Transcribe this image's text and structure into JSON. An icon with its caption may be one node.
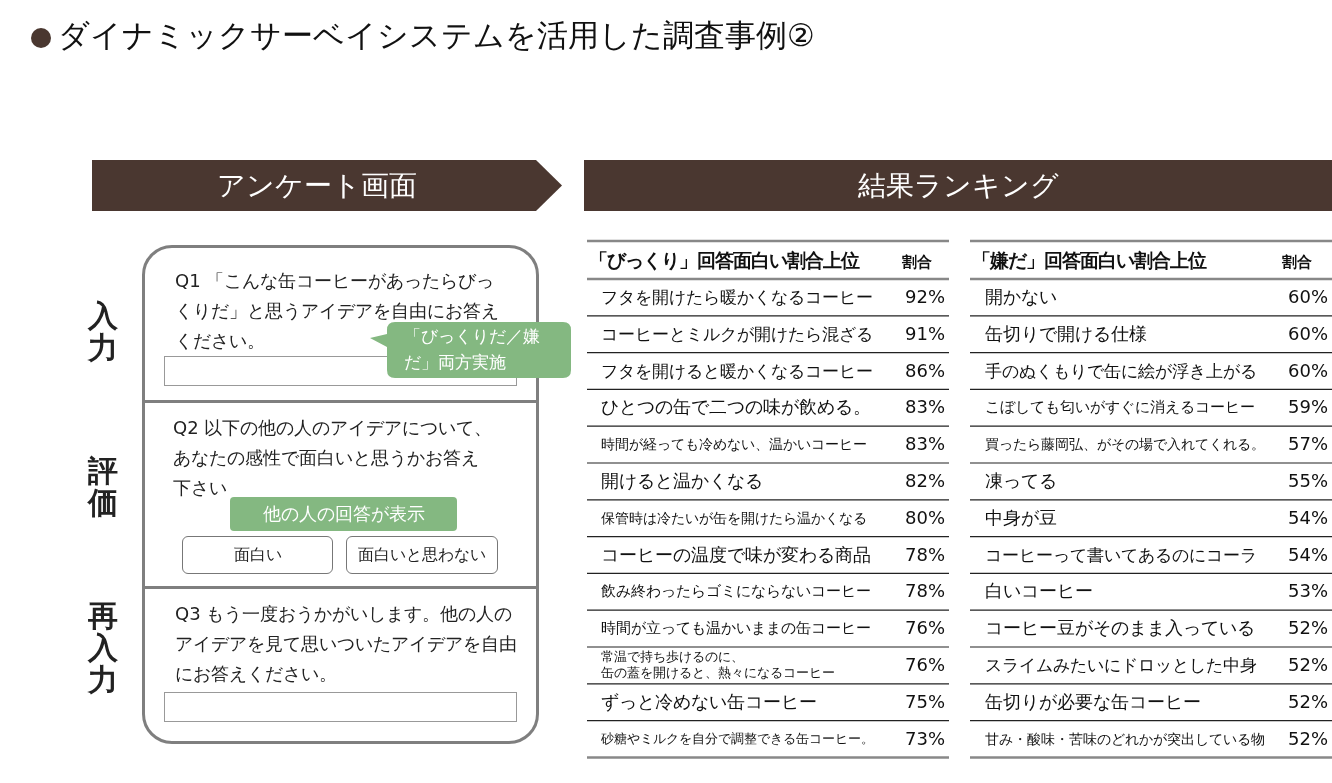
{
  "diagram": {
    "title": "ダイナミックサーベイシステムを活用した調査事例②",
    "nodes": [
      {
        "text": [
          "アンケート画面"
        ]
      },
      {
        "text": [
          "結果ランキング"
        ]
      },
      {
        "text": [],
        "shape": "box"
      },
      {
        "text": [
          "Q1 「こんな缶コーヒーがあったらびっくりだ」と思うアイデアを自由にお答えください。"
        ],
        "in": 2
      },
      {
        "text": [],
        "shape": "box",
        "in": 3
      },
      {
        "text": [
          "「びっくりだ／嫌だ」両方実施"
        ]
      },
      {
        "text": [
          "Q2 以下の他の人のアイデアについて、あなたの感性で面白いと思うかお答え下さい"
        ],
        "in": 2
      },
      {
        "text": [
          "他の人の回答が表示"
        ],
        "in": 6
      },
      {
        "text": [
          "面白い"
        ],
        "in": 6
      },
      {
        "text": [
          "面白いと思わない"
        ],
        "in": 6
      },
      {
        "text": [
          "Q3 もう一度おうかがいします。他の人のアイデアを見て思いついたアイデアを自由にお答えください。"
        ],
        "in": 2
      },
      {
        "text": [],
        "shape": "box",
        "in": 10
      }
    ],
    "labels": [
      "入力",
      "評価",
      "再入力",
      "「びっくり」回答面白い割合上位",
      "割合",
      "フタを開けたら暖かくなるコーヒー",
      "92%",
      "コーヒーとミルクが開けたら混ざる",
      "91%",
      "フタを開けると暖かくなるコーヒー",
      "86%",
      "ひとつの缶で二つの味が飲める。",
      "83%",
      "時間が経っても冷めない、温かいコーヒー",
      "83%",
      "開けると温かくなる",
      "82%",
      "保管時は冷たいが缶を開けたら温かくなる",
      "80%",
      "コーヒーの温度で味が変わる商品",
      "78%",
      "飲み終わったらゴミにならないコーヒー",
      "78%",
      "時間が立っても温かいままの缶コーヒー",
      "76%",
      "常温で持ち歩けるのに、缶の蓋を開けると、熱々になるコーヒー",
      "76%",
      "ずっと冷めない缶コーヒー",
      "75%",
      "砂糖やミルクを自分で調整できる缶コーヒー。",
      "73%",
      "「嫌だ」回答面白い割合上位",
      "割合",
      "開かない",
      "60%",
      "缶切りで開ける仕様",
      "60%",
      "手のぬくもりで缶に絵が浮き上がる",
      "60%",
      "こぼしても匂いがすぐに消えるコーヒー",
      "59%",
      "買ったら藤岡弘、がその場で入れてくれる。",
      "57%",
      "凍ってる",
      "55%",
      "中身が豆",
      "54%",
      "コーヒーって書いてあるのにコーラ",
      "54%",
      "白いコーヒー",
      "53%",
      "コーヒー豆がそのまま入っている",
      "52%",
      "スライムみたいにドロッとした中身",
      "52%",
      "缶切りが必要な缶コーヒー",
      "52%",
      "甘み・酸味・苦味のどれかが突出している物",
      "52%"
    ]
  }
}
